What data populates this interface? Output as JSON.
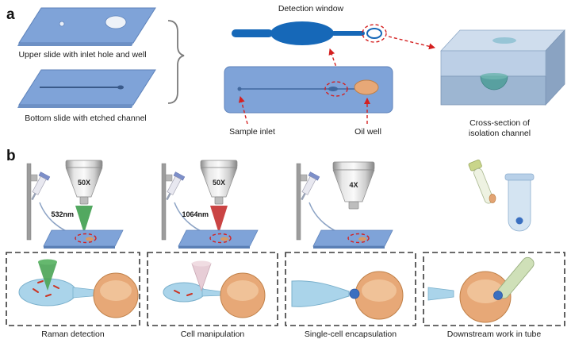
{
  "panel_a": {
    "label": "a",
    "upper_slide_caption": "Upper slide with inlet hole and well",
    "bottom_slide_caption": "Bottom slide with etched channel",
    "detection_window": "Detection window",
    "sample_inlet": "Sample inlet",
    "oil_well": "Oil well",
    "cross_section_line1": "Cross-section of",
    "cross_section_line2": "isolation channel"
  },
  "panel_b": {
    "label": "b",
    "stations": [
      {
        "objective": "50X",
        "laser": "532nm",
        "caption": "Raman detection"
      },
      {
        "objective": "50X",
        "laser": "1064nm",
        "caption": "Cell manipulation"
      },
      {
        "objective": "4X",
        "laser": "",
        "caption": "Single-cell encapsulation"
      },
      {
        "objective": "",
        "laser": "",
        "caption": "Downstream work in tube"
      }
    ]
  },
  "colors": {
    "slide_blue": "#7fa3d8",
    "detection_blue": "#1668b8",
    "well_orange": "#e7a877",
    "laser_green": "#3f9f4f",
    "laser_red": "#c43030",
    "annotation_red": "#d42020",
    "channel_light_blue": "#aad4ea"
  }
}
